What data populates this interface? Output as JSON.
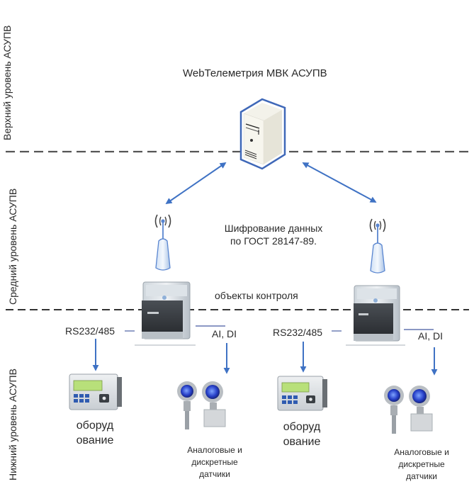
{
  "levels": {
    "upper": "Верхний уровень АСУПВ",
    "middle": "Средний уровень АСУПВ",
    "lower": "Нижний уровень АСУПВ"
  },
  "server": {
    "title": "WebТелеметрия МВК  АСУПВ",
    "icon": "server-tower-icon"
  },
  "encryption": {
    "line1": "Шифрование данных",
    "line2": "по ГОСТ 28147-89."
  },
  "control_objects_label": "объекты контроля",
  "sites": [
    {
      "serial_label": "RS232/485",
      "io_label": "AI, DI",
      "equipment": {
        "line1": "оборуд",
        "line2": "ование"
      },
      "sensors": {
        "line1": "Аналоговые и",
        "line2": "дискретные",
        "line3": "датчики"
      }
    },
    {
      "serial_label": "RS232/485",
      "io_label": "AI, DI",
      "equipment": {
        "line1": "оборуд",
        "line2": "ование"
      },
      "sensors": {
        "line1": "Аналоговые и",
        "line2": "дискретные",
        "line3": "датчики"
      }
    }
  ],
  "colors": {
    "arrow": "#3f72c4",
    "dash": "#555555",
    "server_outline": "#3f68b8"
  }
}
